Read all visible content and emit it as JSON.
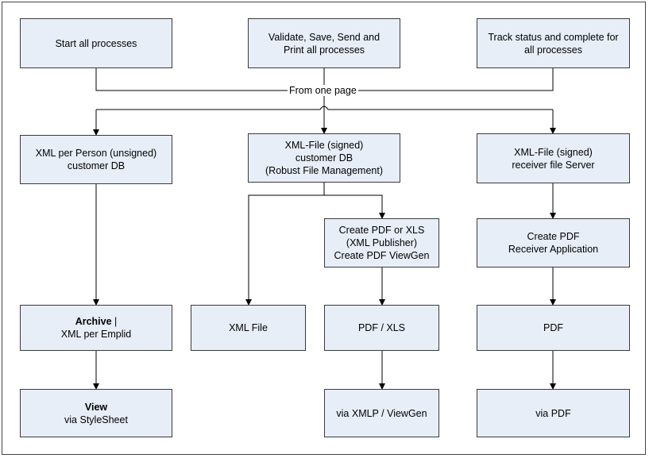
{
  "boxes": {
    "start": [
      "Start all processes"
    ],
    "validate": [
      "Validate, Save, Send and",
      "Print all processes"
    ],
    "track": [
      "Track status and complete for",
      "all processes"
    ],
    "xml_person": [
      "XML per Person (unsigned)",
      "customer DB"
    ],
    "xml_signed_customer": [
      "XML-File (signed)",
      "customer DB",
      "(Robust File Management)"
    ],
    "xml_signed_receiver": [
      "XML-File (signed)",
      "receiver file Server"
    ],
    "create_pdf_xls": [
      "Create PDF or XLS",
      "(XML Publisher)",
      "Create PDF ViewGen"
    ],
    "create_pdf_receiver": [
      "Create PDF",
      "Receiver Application"
    ],
    "archive": {
      "bold": "Archive",
      "rest": " |",
      "line2": "XML per Emplid"
    },
    "xml_file": [
      "XML File"
    ],
    "pdf_xls": [
      "PDF / XLS"
    ],
    "pdf": [
      "PDF"
    ],
    "view": {
      "bold": "View",
      "line2": "via StyleSheet"
    },
    "via_xmlp": [
      "via XMLP / ViewGen"
    ],
    "via_pdf": [
      "via PDF"
    ]
  },
  "from_one_page": "From one page",
  "colors": {
    "box_fill": "#e8eef8",
    "stroke": "#000000"
  }
}
